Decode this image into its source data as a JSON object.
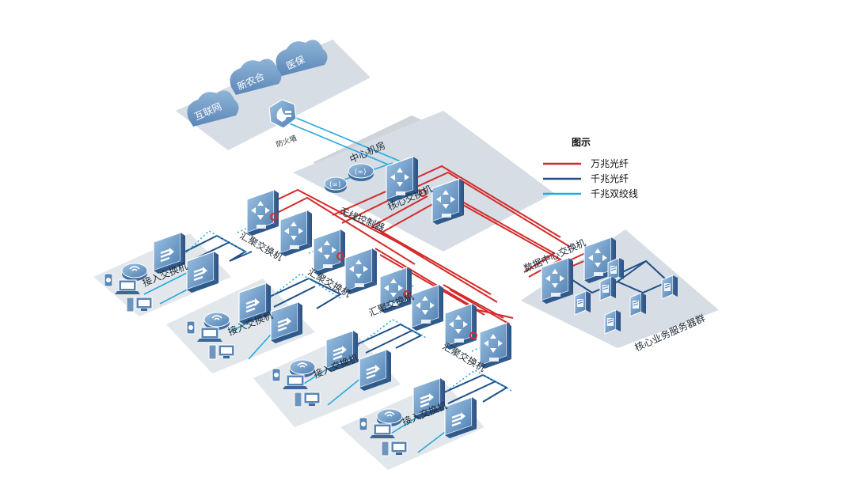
{
  "clouds": [
    "互联网",
    "新农合",
    "医保"
  ],
  "firewall_label": "防火墙",
  "central_room_label": "中心机房",
  "wireless_controller_label": "无线控制器",
  "core_switch_label": "核心交换机",
  "aggregation_switch_label": "汇聚交换机",
  "access_switch_label": "接入交换机",
  "dc_switch_label": "数据中心交换机",
  "server_cluster_label": "核心业务服务器群",
  "legend": {
    "title": "图示",
    "items": [
      {
        "label": "万兆光纤",
        "color": "#d42a2a"
      },
      {
        "label": "千兆光纤",
        "color": "#1f4f86"
      },
      {
        "label": "千兆双绞线",
        "color": "#29a8dc"
      }
    ]
  }
}
